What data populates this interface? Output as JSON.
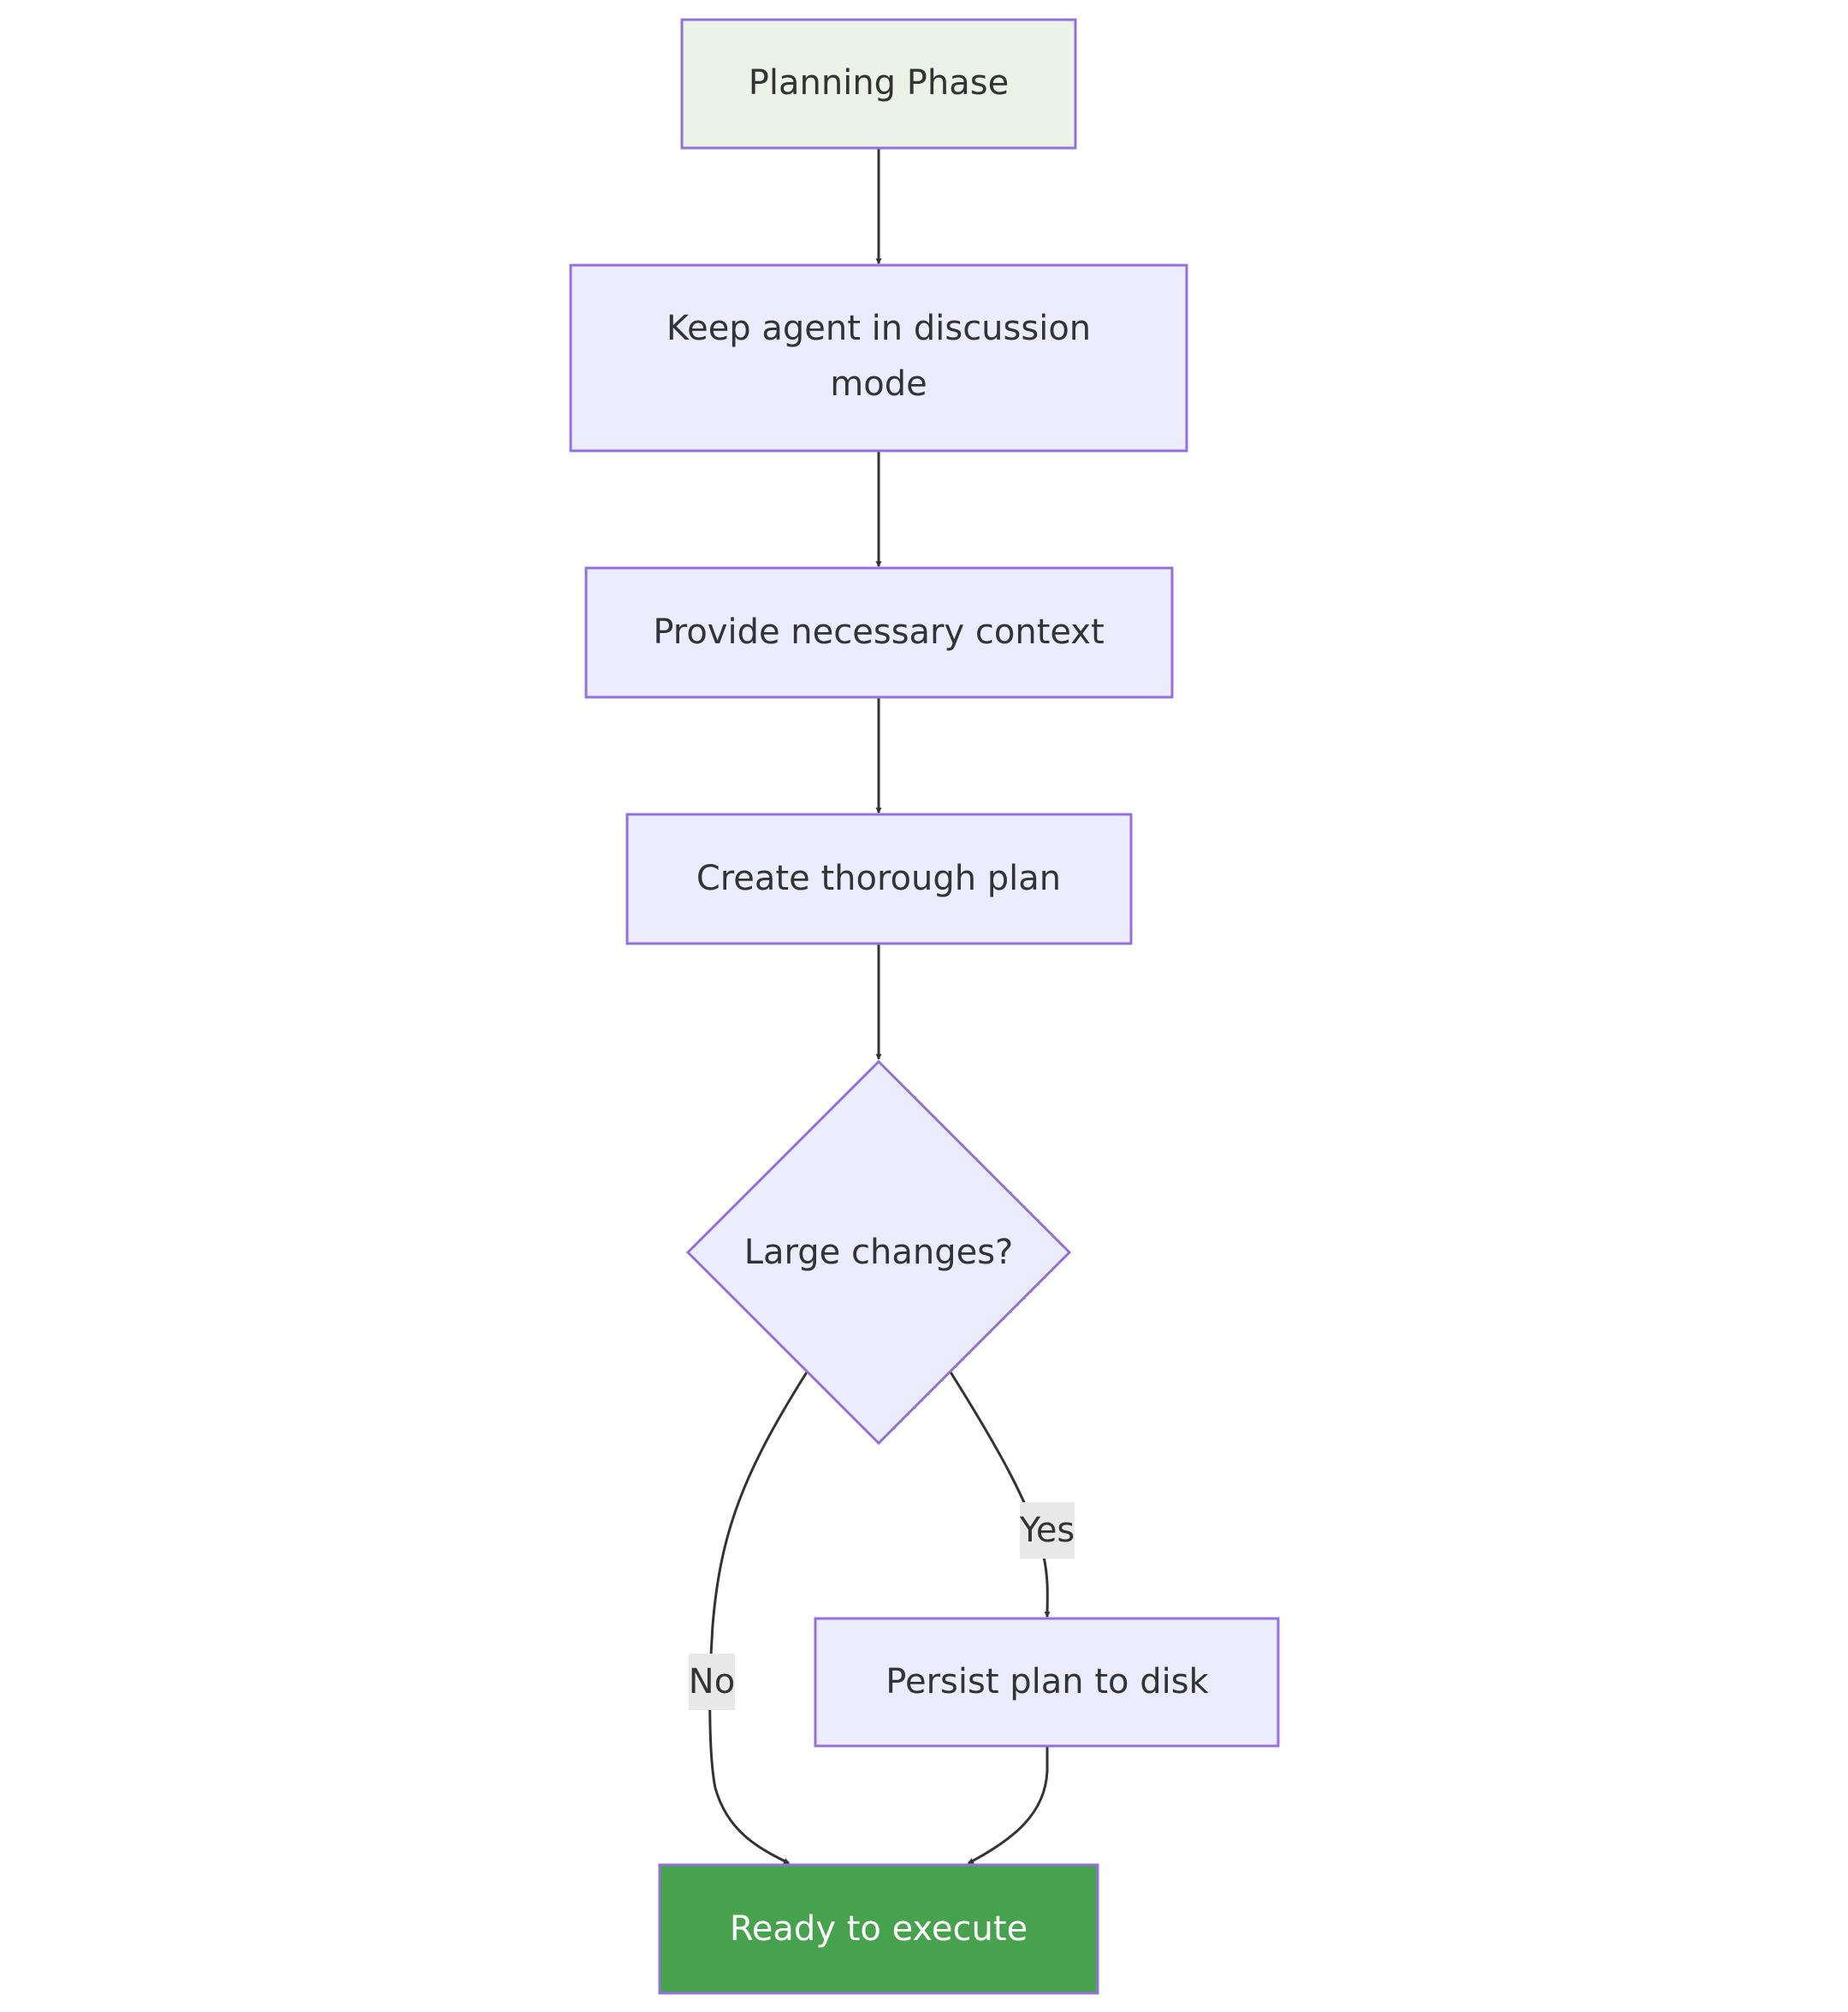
{
  "colors": {
    "node_fill": "#ECECFF",
    "node_stroke": "#9370DB",
    "start_fill": "#EBF2E8",
    "end_fill": "#46A24D",
    "end_stroke": "#3B8E42",
    "end_text": "#FFFFFF",
    "edge": "#333333",
    "label_bg": "#E8E8E8"
  },
  "nodes": {
    "planning_phase": "Planning Phase",
    "keep_agent_line1": "Keep agent in discussion",
    "keep_agent_line2": "mode",
    "provide_context": "Provide necessary context",
    "create_plan": "Create thorough plan",
    "large_changes": "Large changes?",
    "persist_plan": "Persist plan to disk",
    "ready_execute": "Ready to execute"
  },
  "edges": {
    "yes_label": "Yes",
    "no_label": "No"
  }
}
